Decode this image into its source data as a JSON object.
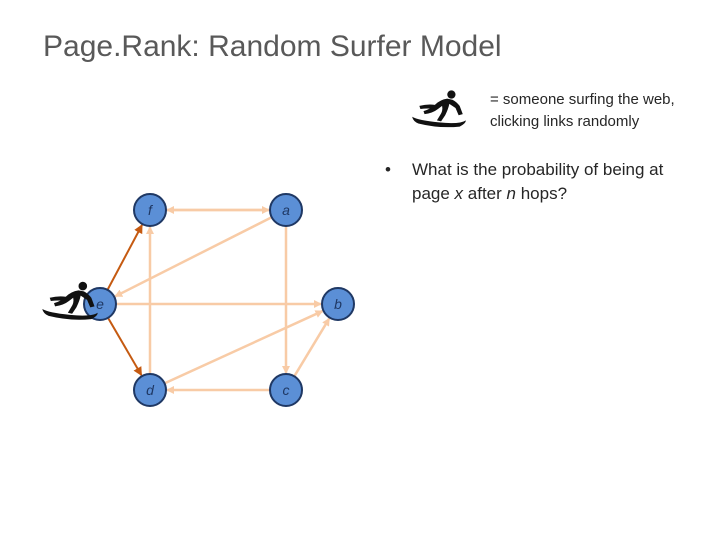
{
  "slide": {
    "title": "Page.Rank: Random Surfer Model",
    "legend_line1": "= someone surfing the web,",
    "legend_line2": "clicking links randomly",
    "bullet_symbol": "•",
    "bullet_parts": {
      "p1": "What is the probability of being at page ",
      "x": "x",
      "p2": " after ",
      "n": "n",
      "p3": " hops?"
    }
  },
  "graph": {
    "nodes": [
      {
        "id": "f",
        "label": "f"
      },
      {
        "id": "a",
        "label": "a"
      },
      {
        "id": "e",
        "label": "e"
      },
      {
        "id": "b",
        "label": "b"
      },
      {
        "id": "d",
        "label": "d"
      },
      {
        "id": "c",
        "label": "c"
      }
    ],
    "edges": [
      {
        "from": "a",
        "to": "f",
        "highlight": false
      },
      {
        "from": "f",
        "to": "a",
        "highlight": false
      },
      {
        "from": "a",
        "to": "e",
        "highlight": false
      },
      {
        "from": "e",
        "to": "b",
        "highlight": false
      },
      {
        "from": "a",
        "to": "c",
        "highlight": false
      },
      {
        "from": "d",
        "to": "f",
        "highlight": false
      },
      {
        "from": "d",
        "to": "b",
        "highlight": false
      },
      {
        "from": "c",
        "to": "d",
        "highlight": false
      },
      {
        "from": "c",
        "to": "b",
        "highlight": false
      },
      {
        "from": "e",
        "to": "f",
        "highlight": true
      },
      {
        "from": "e",
        "to": "d",
        "highlight": true
      }
    ],
    "surfer_at": "e",
    "colors": {
      "node_fill": "#5b8fd6",
      "node_stroke": "#1f3864",
      "edge": "#f8cba6",
      "edge_highlight": "#c55a11",
      "surfer": "#111111"
    }
  }
}
